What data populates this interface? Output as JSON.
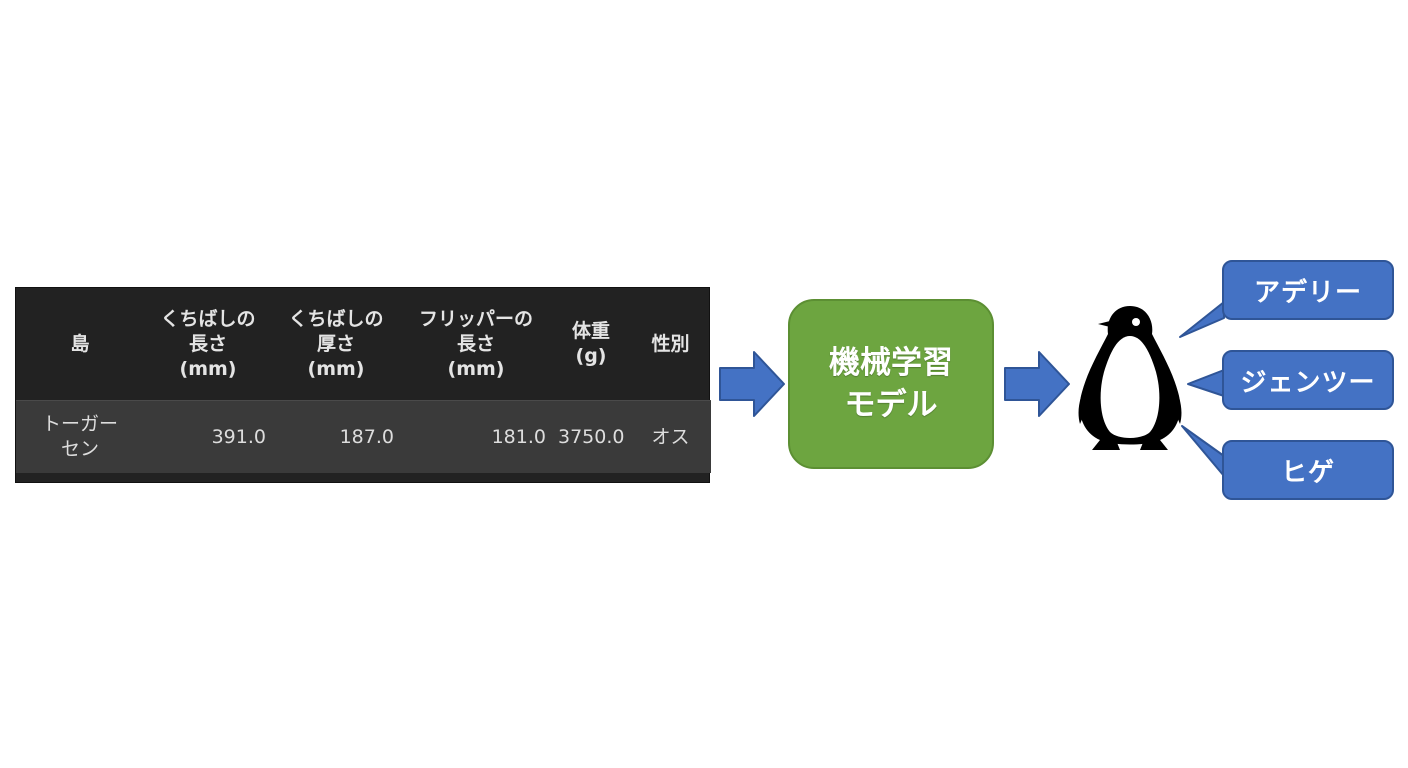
{
  "table": {
    "headers": [
      "島",
      "くちばしの\n長さ\n(mm)",
      "くちばしの\n厚さ\n(mm)",
      "フリッパーの\n長さ\n(mm)",
      "体重\n(g)",
      "性別"
    ],
    "rows": [
      [
        "トーガー\nセン",
        "391.0",
        "187.0",
        "181.0",
        "3750.0",
        "オス"
      ]
    ]
  },
  "model": {
    "label": "機械学習\nモデル"
  },
  "classes": [
    {
      "label": "アデリー"
    },
    {
      "label": "ジェンツー"
    },
    {
      "label": "ヒゲ"
    }
  ],
  "colors": {
    "table_bg": "#222222",
    "table_row_bg": "#3a3a3a",
    "arrow": "#4472c4",
    "model_box": "#6da540",
    "callout": "#4472c4",
    "penguin": "#000000"
  },
  "icons": {
    "penguin": "penguin-icon"
  }
}
